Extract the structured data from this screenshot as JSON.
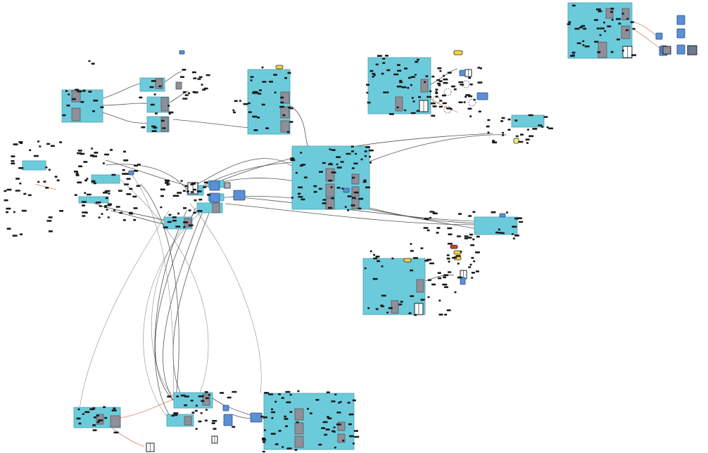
{
  "canvas": {
    "background": "#ffffff"
  },
  "colors": {
    "group": "#6ccbdb",
    "group_border": "#4a9fb0",
    "wire": "#3a3a3a",
    "wire_light": "#7a7a7a",
    "wire_hot": "#e06b4a",
    "component": "#8f8f99",
    "component_dark": "#5f5f66",
    "param": "#1a1a1a",
    "panel": "#ffffff",
    "param_blue": "#5b8fd6",
    "toggle": "#ffd23f",
    "stop": "#d83c2e"
  },
  "groups": [
    "g1",
    "g2",
    "g3",
    "g4",
    "g5",
    "g6",
    "g7",
    "g8",
    "g9",
    "g10",
    "g11",
    "g12",
    "g13",
    "g14",
    "g15",
    "g16",
    "g17",
    "g18",
    "g19",
    "g20",
    "g21",
    "g22",
    "g23"
  ]
}
